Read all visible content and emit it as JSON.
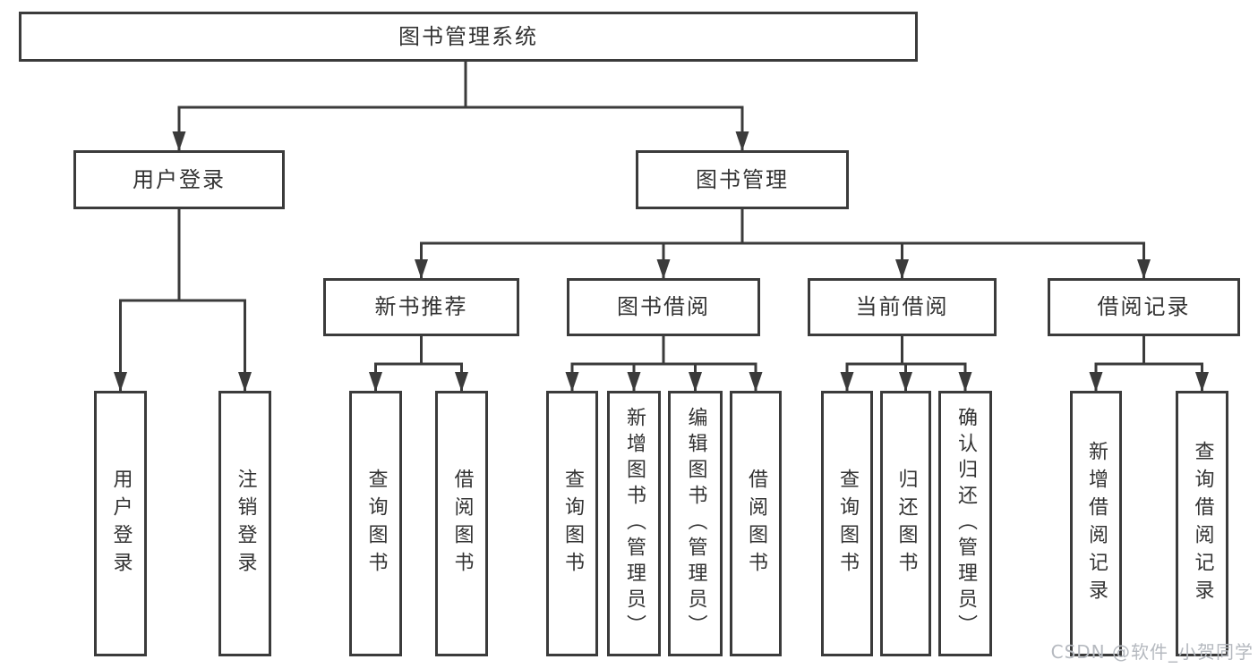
{
  "watermark": "CSDN @软件_小贺同学",
  "tree": {
    "label": "图书管理系统",
    "children": [
      {
        "label": "用户登录",
        "children": [
          {
            "label": "用户登录"
          },
          {
            "label": "注销登录"
          }
        ]
      },
      {
        "label": "图书管理",
        "children": [
          {
            "label": "新书推荐",
            "children": [
              {
                "label": "查询图书"
              },
              {
                "label": "借阅图书"
              }
            ]
          },
          {
            "label": "图书借阅",
            "children": [
              {
                "label": "查询图书"
              },
              {
                "label": "新增图书（管理员）"
              },
              {
                "label": "编辑图书（管理员）"
              },
              {
                "label": "借阅图书"
              }
            ]
          },
          {
            "label": "当前借阅",
            "children": [
              {
                "label": "查询图书"
              },
              {
                "label": "归还图书"
              },
              {
                "label": "确认归还（管理员）"
              }
            ]
          },
          {
            "label": "借阅记录",
            "children": [
              {
                "label": "新增借阅记录"
              },
              {
                "label": "查询借阅记录"
              }
            ]
          }
        ]
      }
    ]
  },
  "colors": {
    "line": "#3b3b3b",
    "text": "#333333",
    "watermark": "#b5b9bf",
    "background": "#ffffff"
  }
}
